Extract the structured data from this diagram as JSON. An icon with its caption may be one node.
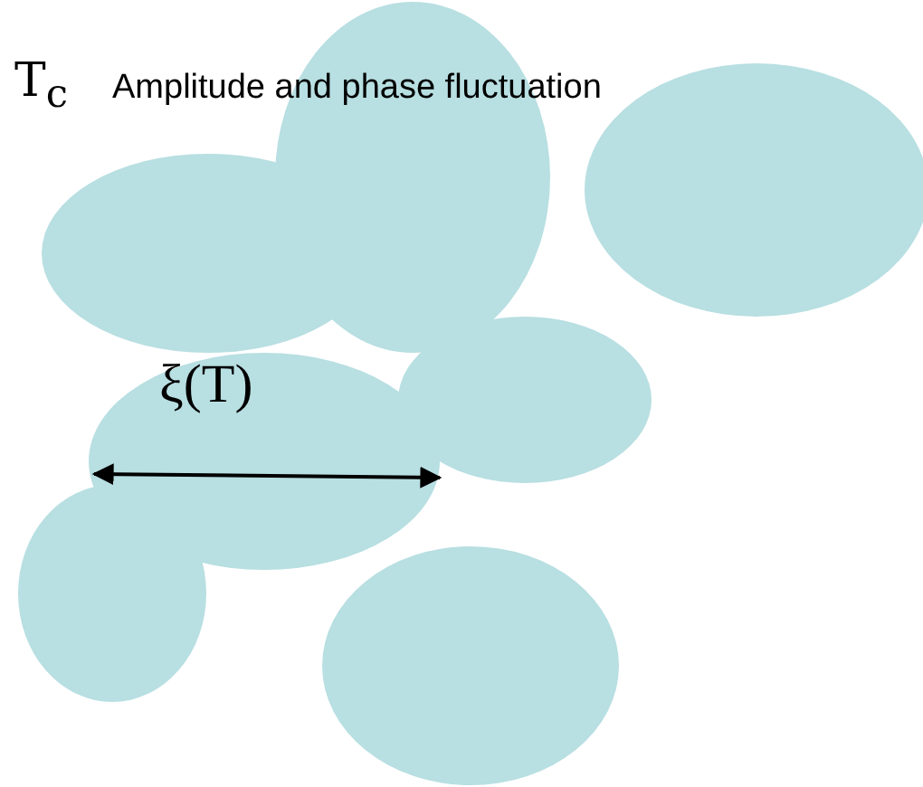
{
  "diagram": {
    "labels": [
      "T$_{c}$",
      "Amplitude and phase fluctuation",
      "ξ(T)"
    ]
  }
}
